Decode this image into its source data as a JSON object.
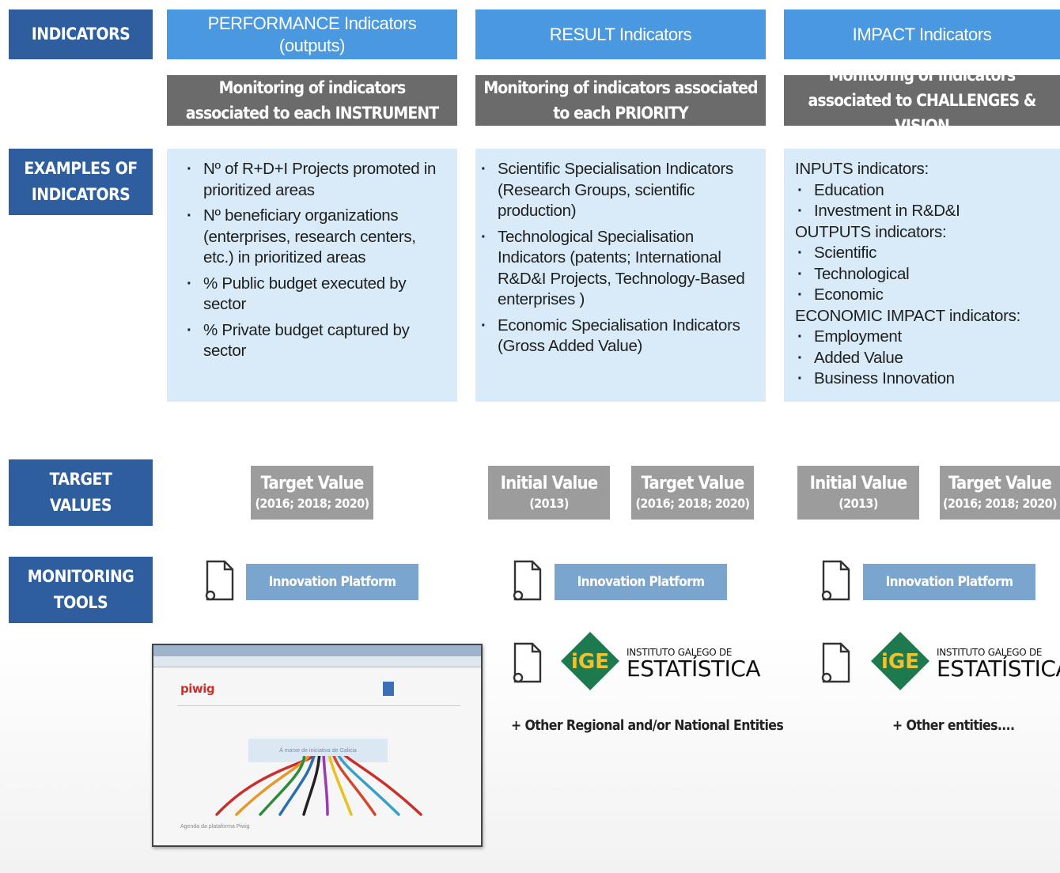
{
  "row_headers": {
    "indicators": "INDICATORS",
    "examples": [
      "EXAMPLES OF",
      "INDICATORS"
    ],
    "targets": [
      "TARGET",
      "VALUES"
    ],
    "monitoring": [
      "MONITORING",
      "TOOLS"
    ]
  },
  "columns": [
    {
      "title": [
        "PERFORMANCE Indicators",
        "(outputs)"
      ],
      "monitoring": [
        "Monitoring of indicators",
        "associated to each INSTRUMENT"
      ],
      "examples": [
        "Nº of R+D+I Projects promoted in  prioritized areas",
        "Nº beneficiary organizations (enterprises, research centers, etc.) in prioritized areas",
        "% Public budget executed by sector",
        "% Private budget captured by sector"
      ]
    },
    {
      "title": [
        "RESULT Indicators"
      ],
      "monitoring": [
        "Monitoring of indicators associated",
        "to each PRIORITY"
      ],
      "examples": [
        "Scientific Specialisation Indicators (Research Groups, scientific production)",
        "Technological Specialisation Indicators (patents; International R&D&I Projects, Technology-Based enterprises )",
        "Economic Specialisation Indicators (Gross Added Value)"
      ]
    },
    {
      "title": [
        "IMPACT Indicators"
      ],
      "monitoring": [
        "Monitoring of indicators",
        "associated to CHALLENGES & VISION"
      ],
      "groups": [
        {
          "heading": "INPUTS indicators:",
          "items": [
            "Education",
            "Investment in R&D&I"
          ]
        },
        {
          "heading": "OUTPUTS indicators:",
          "items": [
            "Scientific",
            "Technological",
            "Economic"
          ]
        },
        {
          "heading": "ECONOMIC IMPACT indicators:",
          "items": [
            "Employment",
            "Added Value",
            "Business Innovation"
          ]
        }
      ]
    }
  ],
  "values": {
    "target_label": "Target Value",
    "target_years": "(2016; 2018; 2020)",
    "initial_label": "Initial Value",
    "initial_year": "(2013)"
  },
  "tools": {
    "platform_label": "Innovation Platform",
    "ige_top": "INSTITUTO GALEGO DE",
    "ige_bottom": "ESTATÍSTICA",
    "ige_logo": "iGE",
    "other_regional": "+ Other Regional and/or National Entities",
    "other_entities": "+ Other entities....",
    "screenshot": {
      "logo": "piwig",
      "banner": "Á marxe de iniciativa de Galicia",
      "footer": "Agenda da plataforma Piwig"
    }
  },
  "colors": {
    "row_header": "#2e5e9e",
    "column_header": "#4a98e0",
    "monitoring_bar": "#6b6b6b",
    "examples_bg": "#d9ebf8",
    "value_box": "#9c9c9c",
    "platform_box": "#7aa5cf",
    "ige_green": "#1d7a4f"
  }
}
